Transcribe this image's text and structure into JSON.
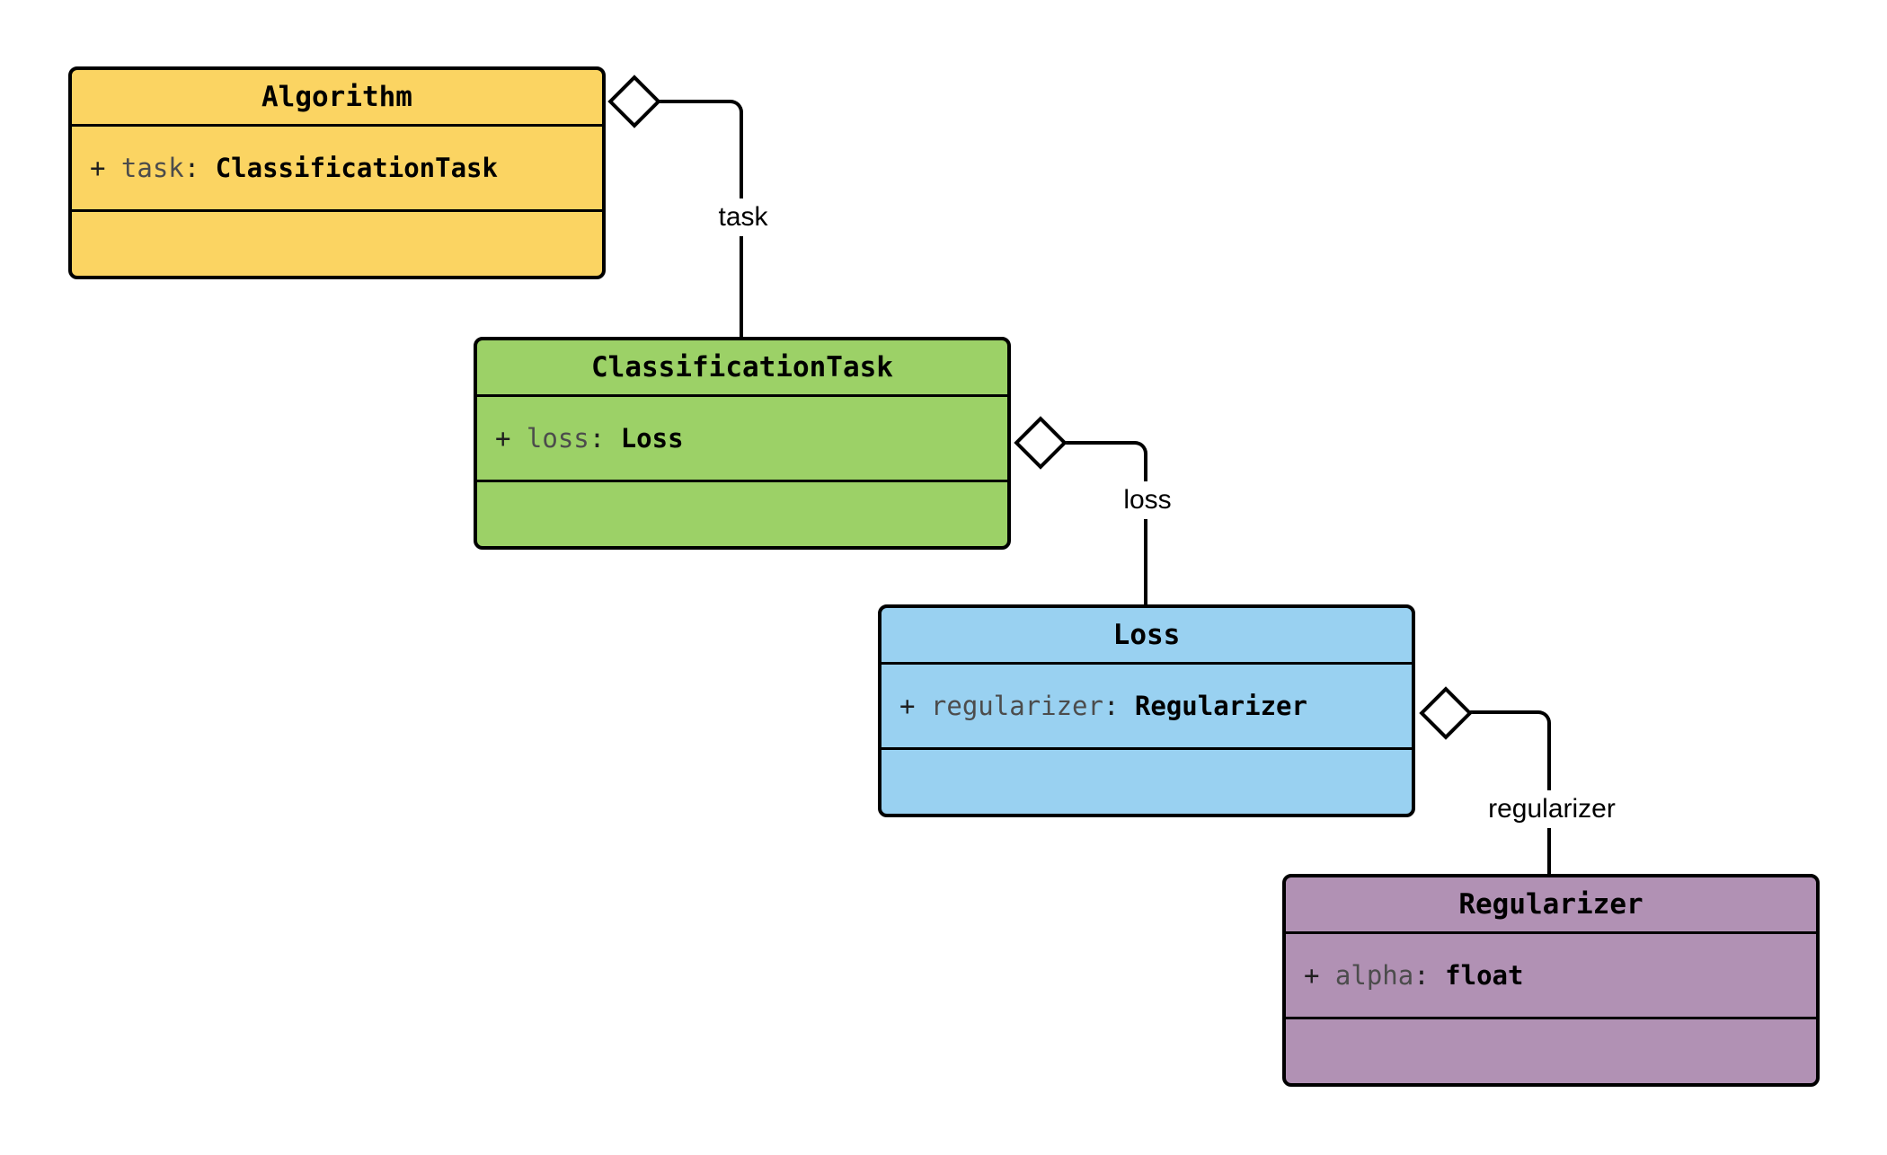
{
  "diagram": {
    "type": "uml-class-diagram",
    "background": "#ffffff",
    "border_color": "#000000",
    "classes": [
      {
        "name": "Algorithm",
        "fill": "#FBD462",
        "attribute": {
          "plus": "+ ",
          "name": "task",
          "colon": ": ",
          "type": "ClassificationTask"
        }
      },
      {
        "name": "ClassificationTask",
        "fill": "#9CD167",
        "attribute": {
          "plus": "+ ",
          "name": "loss",
          "colon": ": ",
          "type": "Loss"
        }
      },
      {
        "name": "Loss",
        "fill": "#99D1F1",
        "attribute": {
          "plus": "+ ",
          "name": "regularizer",
          "colon": ": ",
          "type": "Regularizer"
        }
      },
      {
        "name": "Regularizer",
        "fill": "#B191B4",
        "attribute": {
          "plus": "+ ",
          "name": "alpha",
          "colon": ": ",
          "type": "float"
        }
      }
    ],
    "relations": [
      {
        "label": "task",
        "from": "Algorithm",
        "to": "ClassificationTask",
        "kind": "aggregation"
      },
      {
        "label": "loss",
        "from": "ClassificationTask",
        "to": "Loss",
        "kind": "aggregation"
      },
      {
        "label": "regularizer",
        "from": "Loss",
        "to": "Regularizer",
        "kind": "aggregation"
      }
    ]
  }
}
